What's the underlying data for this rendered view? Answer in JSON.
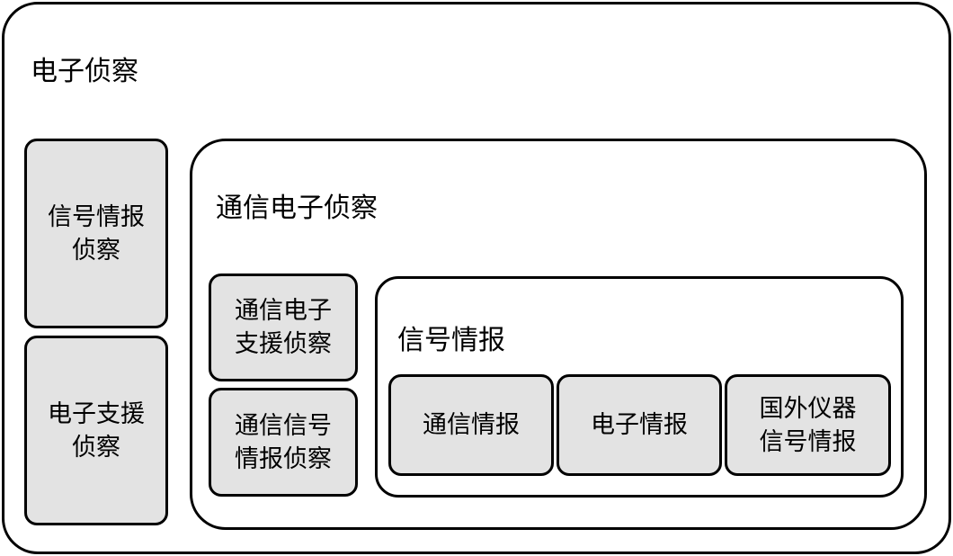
{
  "outer": {
    "title": "电子侦察",
    "items": [
      {
        "lines": [
          "信号情报",
          "侦察"
        ]
      },
      {
        "lines": [
          "电子支援",
          "侦察"
        ]
      }
    ]
  },
  "comm": {
    "title": "通信电子侦察",
    "items": [
      {
        "lines": [
          "通信电子",
          "支援侦察"
        ]
      },
      {
        "lines": [
          "通信信号",
          "情报侦察"
        ]
      }
    ]
  },
  "sigint": {
    "title": "信号情报",
    "items": [
      {
        "lines": [
          "通信情报"
        ]
      },
      {
        "lines": [
          "电子情报"
        ]
      },
      {
        "lines": [
          "国外仪器",
          "信号情报"
        ]
      }
    ]
  }
}
